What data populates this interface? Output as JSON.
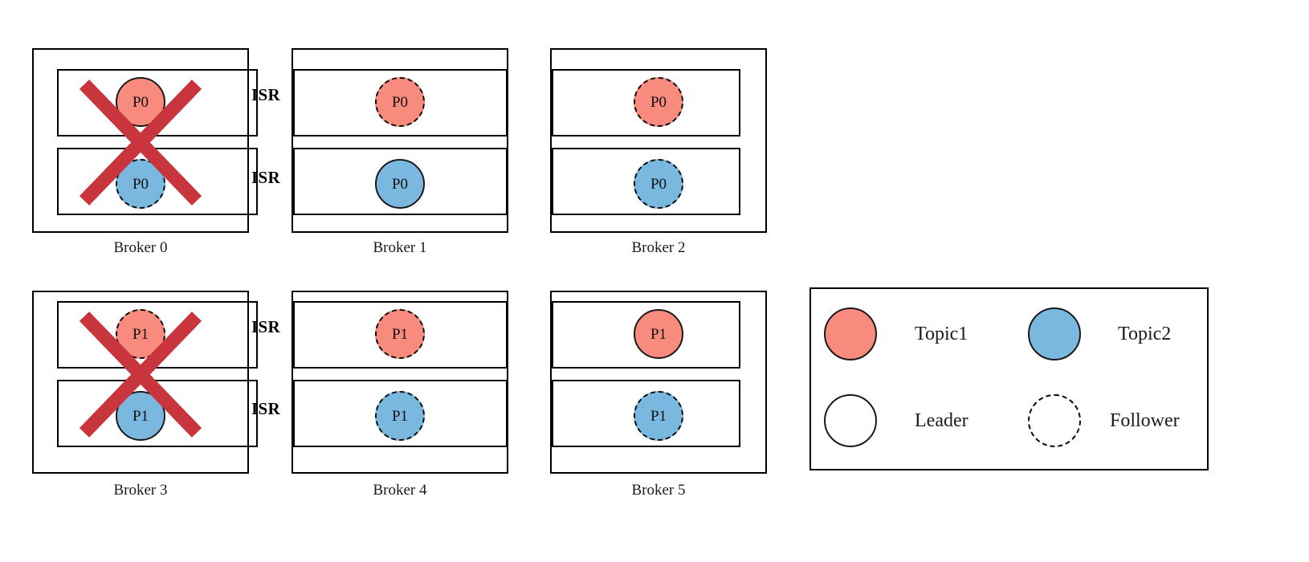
{
  "diagram": {
    "title": "Kafka broker replica placement with broker failures",
    "colors": {
      "topic1": "#f98a7e",
      "topic2": "#7bb8e0",
      "cross": "#c8353c",
      "outline": "#000000"
    },
    "isr_label": "ISR"
  },
  "brokers": [
    {
      "id": "broker-0",
      "caption": "Broker 0",
      "failed": true,
      "rows": [
        {
          "label": "P0",
          "topic": "topic1",
          "role": "leader"
        },
        {
          "label": "P0",
          "topic": "topic2",
          "role": "follower"
        }
      ]
    },
    {
      "id": "broker-1",
      "caption": "Broker 1",
      "failed": false,
      "rows": [
        {
          "label": "P0",
          "topic": "topic1",
          "role": "follower"
        },
        {
          "label": "P0",
          "topic": "topic2",
          "role": "leader"
        }
      ]
    },
    {
      "id": "broker-2",
      "caption": "Broker 2",
      "failed": false,
      "rows": [
        {
          "label": "P0",
          "topic": "topic1",
          "role": "follower"
        },
        {
          "label": "P0",
          "topic": "topic2",
          "role": "follower"
        }
      ]
    },
    {
      "id": "broker-3",
      "caption": "Broker 3",
      "failed": true,
      "rows": [
        {
          "label": "P1",
          "topic": "topic1",
          "role": "follower"
        },
        {
          "label": "P1",
          "topic": "topic2",
          "role": "leader"
        }
      ]
    },
    {
      "id": "broker-4",
      "caption": "Broker 4",
      "failed": false,
      "rows": [
        {
          "label": "P1",
          "topic": "topic1",
          "role": "follower"
        },
        {
          "label": "P1",
          "topic": "topic2",
          "role": "follower"
        }
      ]
    },
    {
      "id": "broker-5",
      "caption": "Broker 5",
      "failed": false,
      "rows": [
        {
          "label": "P1",
          "topic": "topic1",
          "role": "leader"
        },
        {
          "label": "P1",
          "topic": "topic2",
          "role": "follower"
        }
      ]
    }
  ],
  "isr_labels": {
    "top_row1": "ISR",
    "top_row2": "ISR",
    "bottom_row1": "ISR",
    "bottom_row2": "ISR"
  },
  "legend": {
    "entries": [
      {
        "swatch": "topic1",
        "label": "Topic1"
      },
      {
        "swatch": "topic2",
        "label": "Topic2"
      },
      {
        "swatch": "leader",
        "label": "Leader"
      },
      {
        "swatch": "follower",
        "label": "Follower"
      }
    ]
  }
}
